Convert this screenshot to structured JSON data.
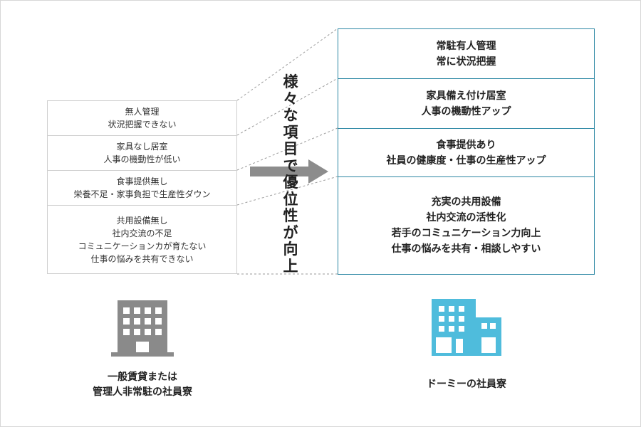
{
  "left_items": [
    {
      "lines": [
        "無人管理",
        "状況把握できない"
      ]
    },
    {
      "lines": [
        "家具なし居室",
        "人事の機動性が低い"
      ]
    },
    {
      "lines": [
        "食事提供無し",
        "栄養不足・家事負担で生産性ダウン"
      ]
    },
    {
      "lines": [
        "共用設備無し",
        "社内交流の不足",
        "コミュニケーションカが育たない",
        "仕事の悩みを共有できない"
      ]
    }
  ],
  "right_items": [
    {
      "lines": [
        "常駐有人管理",
        "常に状況把握"
      ]
    },
    {
      "lines": [
        "家具備え付け居室",
        "人事の機動性アップ"
      ]
    },
    {
      "lines": [
        "食事提供あり",
        "社員の健康度・仕事の生産性アップ"
      ]
    },
    {
      "lines": [
        "充実の共用設備",
        "社内交流の活性化",
        "若手のコミュニケーション力向上",
        "仕事の悩みを共有・相談しやすい"
      ]
    }
  ],
  "center_text": "様々な項目で優位性が向上",
  "left_caption": [
    "一般賃貸または",
    "管理人非常駐の社員寮"
  ],
  "right_caption": "ドーミーの社員寮",
  "colors": {
    "left_building": "#8a8a8a",
    "right_building": "#4fbcdc",
    "right_border": "#2a86a3",
    "left_border": "#cfcfcf",
    "arrow": "#8c8c8c"
  },
  "icons": {
    "left_building": "office-building-icon",
    "right_building": "dormitory-building-icon",
    "arrow": "right-arrow-icon"
  }
}
